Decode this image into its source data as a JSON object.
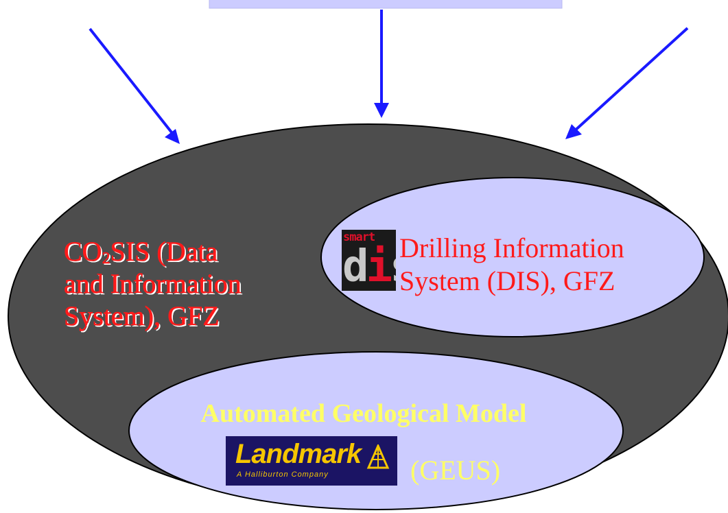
{
  "co2sis": {
    "line1_prefix": "CO",
    "line1_sub": "2",
    "line1_suffix": "SIS (Data",
    "line2": "and Information",
    "line3": "System), GFZ"
  },
  "dis": {
    "logo_top": "smart",
    "logo_bottom_d": "d",
    "logo_bottom_i": "i",
    "logo_bottom_s": "s",
    "line1": "Drilling Information",
    "line2": "System (DIS), GFZ"
  },
  "geomodel": {
    "title": "Automated Geological Model",
    "logo_brand": "Landmark",
    "logo_tagline": "A Halliburton Company",
    "org": "(GEUS)"
  },
  "colors": {
    "outer_ellipse": "#4d4d4d",
    "inner_ellipse": "#ccccff",
    "top_box": "#ccccff",
    "arrow": "#1a1aff",
    "red_text": "#ff1a1a",
    "yellow_text": "#ffff66",
    "landmark_bg": "#1b1464",
    "landmark_fg": "#f6c600"
  },
  "icons": {
    "arrows": [
      "arrow-down-right-icon",
      "arrow-down-icon",
      "arrow-down-left-icon"
    ],
    "landmark_mark": "landmark-derrick-icon"
  }
}
